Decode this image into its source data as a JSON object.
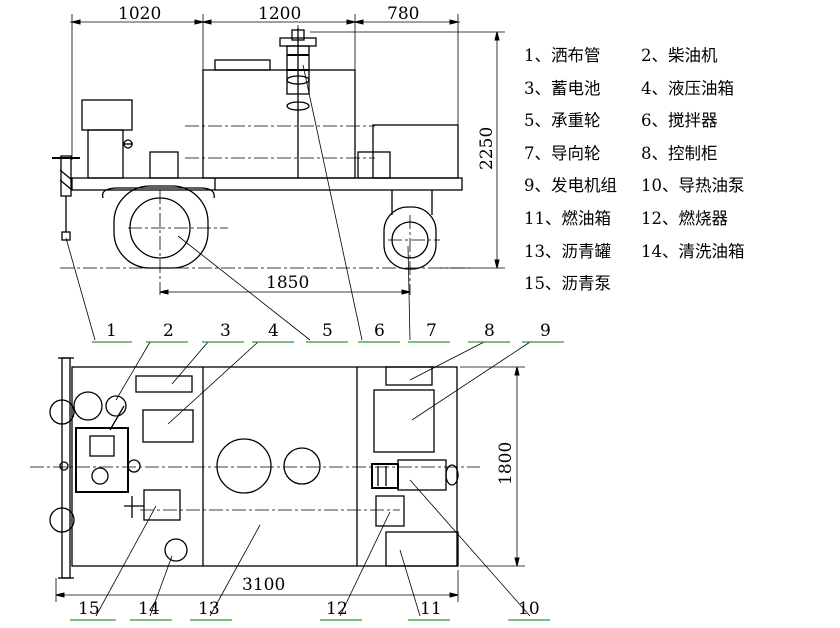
{
  "dimensions": {
    "top_w1": "1020",
    "top_w2": "1200",
    "top_w3": "780",
    "height_side": "2250",
    "wheelbase": "1850",
    "length_plan": "3100",
    "width_plan": "1800"
  },
  "callouts": [
    "1",
    "2",
    "3",
    "4",
    "5",
    "6",
    "7",
    "8",
    "9",
    "10",
    "11",
    "12",
    "13",
    "14",
    "15"
  ],
  "legend": [
    [
      "1、洒布管",
      "2、柴油机"
    ],
    [
      "3、蓄电池",
      "4、液压油箱"
    ],
    [
      "5、承重轮",
      "6、搅拌器"
    ],
    [
      "7、导向轮",
      "8、控制柜"
    ],
    [
      "9、发电机组",
      "10、导热油泵"
    ],
    [
      "11、燃油箱",
      "12、燃烧器"
    ],
    [
      "13、沥青罐",
      "14、清洗油箱"
    ],
    [
      "15、沥青泵",
      ""
    ]
  ],
  "colors": {
    "leader_underline": "#2e9a2e",
    "line": "#000000"
  }
}
